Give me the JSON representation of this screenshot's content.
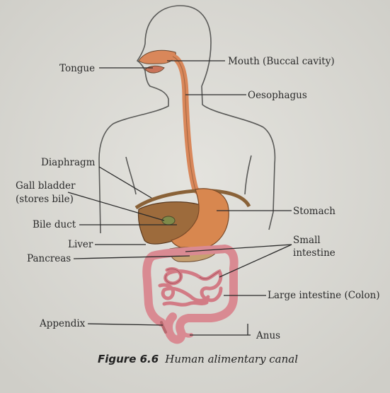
{
  "labels": {
    "tongue": "Tongue",
    "mouth": "Mouth (Buccal cavity)",
    "oesophagus": "Oesophagus",
    "diaphragm": "Diaphragm",
    "gall_bladder_1": "Gall bladder",
    "gall_bladder_2": "(stores bile)",
    "stomach": "Stomach",
    "bile_duct": "Bile duct",
    "liver": "Liver",
    "small_intestine_1": "Small",
    "small_intestine_2": "intestine",
    "pancreas": "Pancreas",
    "large_intestine": "Large intestine (Colon)",
    "appendix": "Appendix",
    "anus": "Anus"
  },
  "caption": {
    "figure": "Figure 6.6",
    "title": "Human alimentary canal"
  },
  "colors": {
    "background": "#d9d8d2",
    "body_outline": "#5a5a58",
    "oesophagus": "#d9875a",
    "stomach": "#d8874f",
    "liver": "#9d6b3c",
    "intestine": "#d98a92",
    "diaphragm": "#8a6238"
  }
}
